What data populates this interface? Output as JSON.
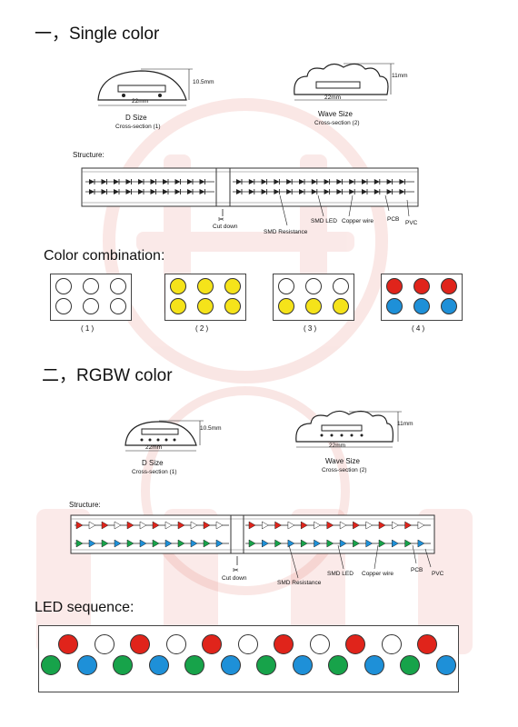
{
  "section1": {
    "title": "一，Single color",
    "d_size": {
      "width": "22mm",
      "height": "10.5mm",
      "name": "D Size",
      "caption": "Cross-section (1)"
    },
    "wave_size": {
      "width": "22mm",
      "height": "11mm",
      "name": "Wave Size",
      "caption": "Cross-section (2)"
    },
    "structure": {
      "label": "Structure:",
      "cut_down": "Cut down",
      "smd_resistance": "SMD Resistance",
      "smd_led": "SMD LED",
      "copper_wire": "Copper wire",
      "pcb": "PCB",
      "pvc": "PVC"
    },
    "color_combination": {
      "title": "Color combination:",
      "boxes": [
        {
          "label": "( 1 )",
          "top": [
            "#ffffff",
            "#ffffff",
            "#ffffff"
          ],
          "bottom": [
            "#ffffff",
            "#ffffff",
            "#ffffff"
          ]
        },
        {
          "label": "( 2 )",
          "top": [
            "#f5e31a",
            "#f5e31a",
            "#f5e31a"
          ],
          "bottom": [
            "#f5e31a",
            "#f5e31a",
            "#f5e31a"
          ]
        },
        {
          "label": "( 3 )",
          "top": [
            "#ffffff",
            "#ffffff",
            "#ffffff"
          ],
          "bottom": [
            "#f5e31a",
            "#f5e31a",
            "#f5e31a"
          ]
        },
        {
          "label": "( 4 )",
          "top": [
            "#e0241b",
            "#e0241b",
            "#e0241b"
          ],
          "bottom": [
            "#1e90d8",
            "#1e90d8",
            "#1e90d8"
          ]
        }
      ]
    }
  },
  "section2": {
    "title": "二，RGBW color",
    "d_size": {
      "width": "22mm",
      "height": "10.5mm",
      "name": "D Size",
      "caption": "Cross-section (1)"
    },
    "wave_size": {
      "width": "22mm",
      "height": "11mm",
      "name": "Wave Size",
      "caption": "Cross-section (2)"
    },
    "structure": {
      "label": "Structure:",
      "cut_down": "Cut down",
      "smd_resistance": "SMD Resistance",
      "smd_led": "SMD LED",
      "copper_wire": "Copper wire",
      "pcb": "PCB",
      "pvc": "PVC"
    },
    "led_sequence": {
      "title": "LED sequence:",
      "top_row": [
        "#e0241b",
        "#ffffff",
        "#e0241b",
        "#ffffff",
        "#e0241b",
        "#ffffff",
        "#e0241b",
        "#ffffff",
        "#e0241b",
        "#ffffff",
        "#e0241b"
      ],
      "bottom_row": [
        "#17a34a",
        "#1e90d8",
        "#17a34a",
        "#1e90d8",
        "#17a34a",
        "#1e90d8",
        "#17a34a",
        "#1e90d8",
        "#17a34a",
        "#1e90d8",
        "#17a34a",
        "#1e90d8"
      ]
    }
  },
  "colors": {
    "watermark": "#e06a60",
    "red": "#e0241b",
    "green": "#17a34a",
    "blue": "#1e90d8",
    "yellow": "#f5e31a",
    "white": "#ffffff"
  }
}
